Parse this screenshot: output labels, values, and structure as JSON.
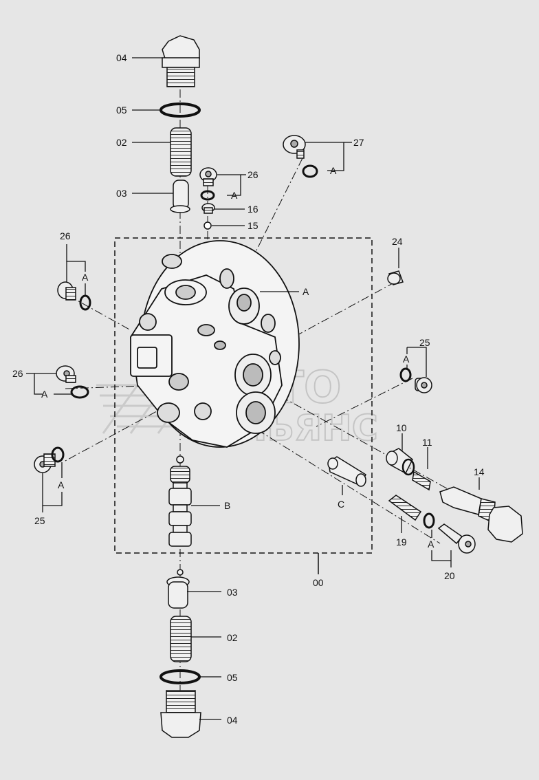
{
  "diagram": {
    "part_labels": {
      "p04_top": "04",
      "p05_top": "05",
      "p02_top": "02",
      "p03_top": "03",
      "p27": "27",
      "p26_top": "26",
      "p16": "16",
      "p15": "15",
      "p26_left": "26",
      "p24": "24",
      "p_A_main": "A",
      "p26_mid": "26",
      "p25_right": "25",
      "p10": "10",
      "p11": "11",
      "p14": "14",
      "p25_left": "25",
      "p_B": "B",
      "p_C": "C",
      "p19": "19",
      "p20": "20",
      "p00": "00",
      "p03_bot": "03",
      "p02_bot": "02",
      "p05_bot": "05",
      "p04_bot": "04"
    },
    "callout_letter": "A",
    "watermark": {
      "line1": "АВТО",
      "line2": "АЛЬЯНС"
    }
  }
}
